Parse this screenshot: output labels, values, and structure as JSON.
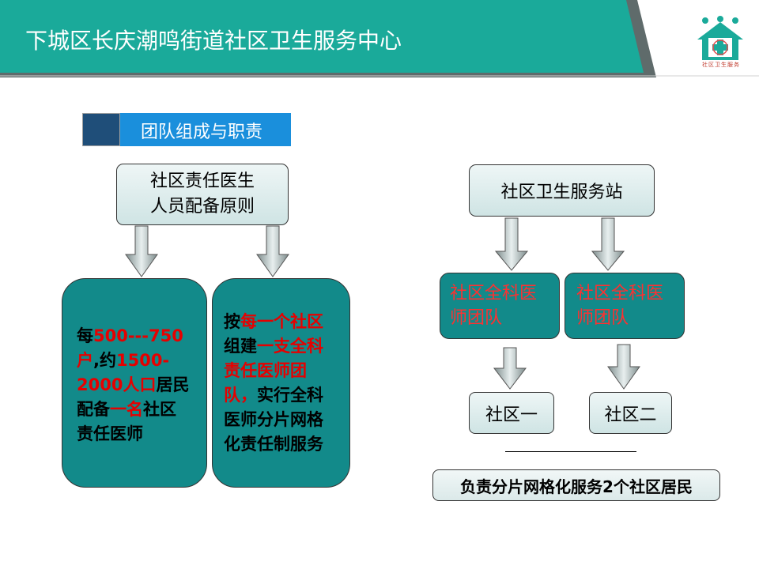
{
  "header": {
    "title": "下城区长庆潮鸣街道社区卫生服务中心",
    "logo_text": "社区卫生服务"
  },
  "section": {
    "title": "团队组成与职责"
  },
  "left": {
    "principle_line1": "社区责任医生",
    "principle_line2": "人员配备原则",
    "box1": {
      "p1": "每",
      "p2": "500---750户",
      "p3": ",约",
      "p4": "1500-2000人口",
      "p5": "居民配备",
      "p6": "一名",
      "p7": "社区责任医师"
    },
    "box2": {
      "p1": "按",
      "p2": "每一个社区",
      "p3": "组建",
      "p4": "一支全科责任医师团队，",
      "p5": "实行全科医师分片网格化责任制服务"
    }
  },
  "right": {
    "station": "社区卫生服务站",
    "gp_team_1": "社区全科医师团队",
    "gp_team_2": "社区全科医师团队",
    "community_1": "社区一",
    "community_2": "社区二",
    "responsibility": "负责分片网格化服务2个社区居民"
  },
  "colors": {
    "teal": "#128a8a",
    "banner": "#1aaa9a",
    "highlight": "#e60000",
    "section_blue": "#1a8fdc",
    "section_dark": "#1f4e79"
  }
}
